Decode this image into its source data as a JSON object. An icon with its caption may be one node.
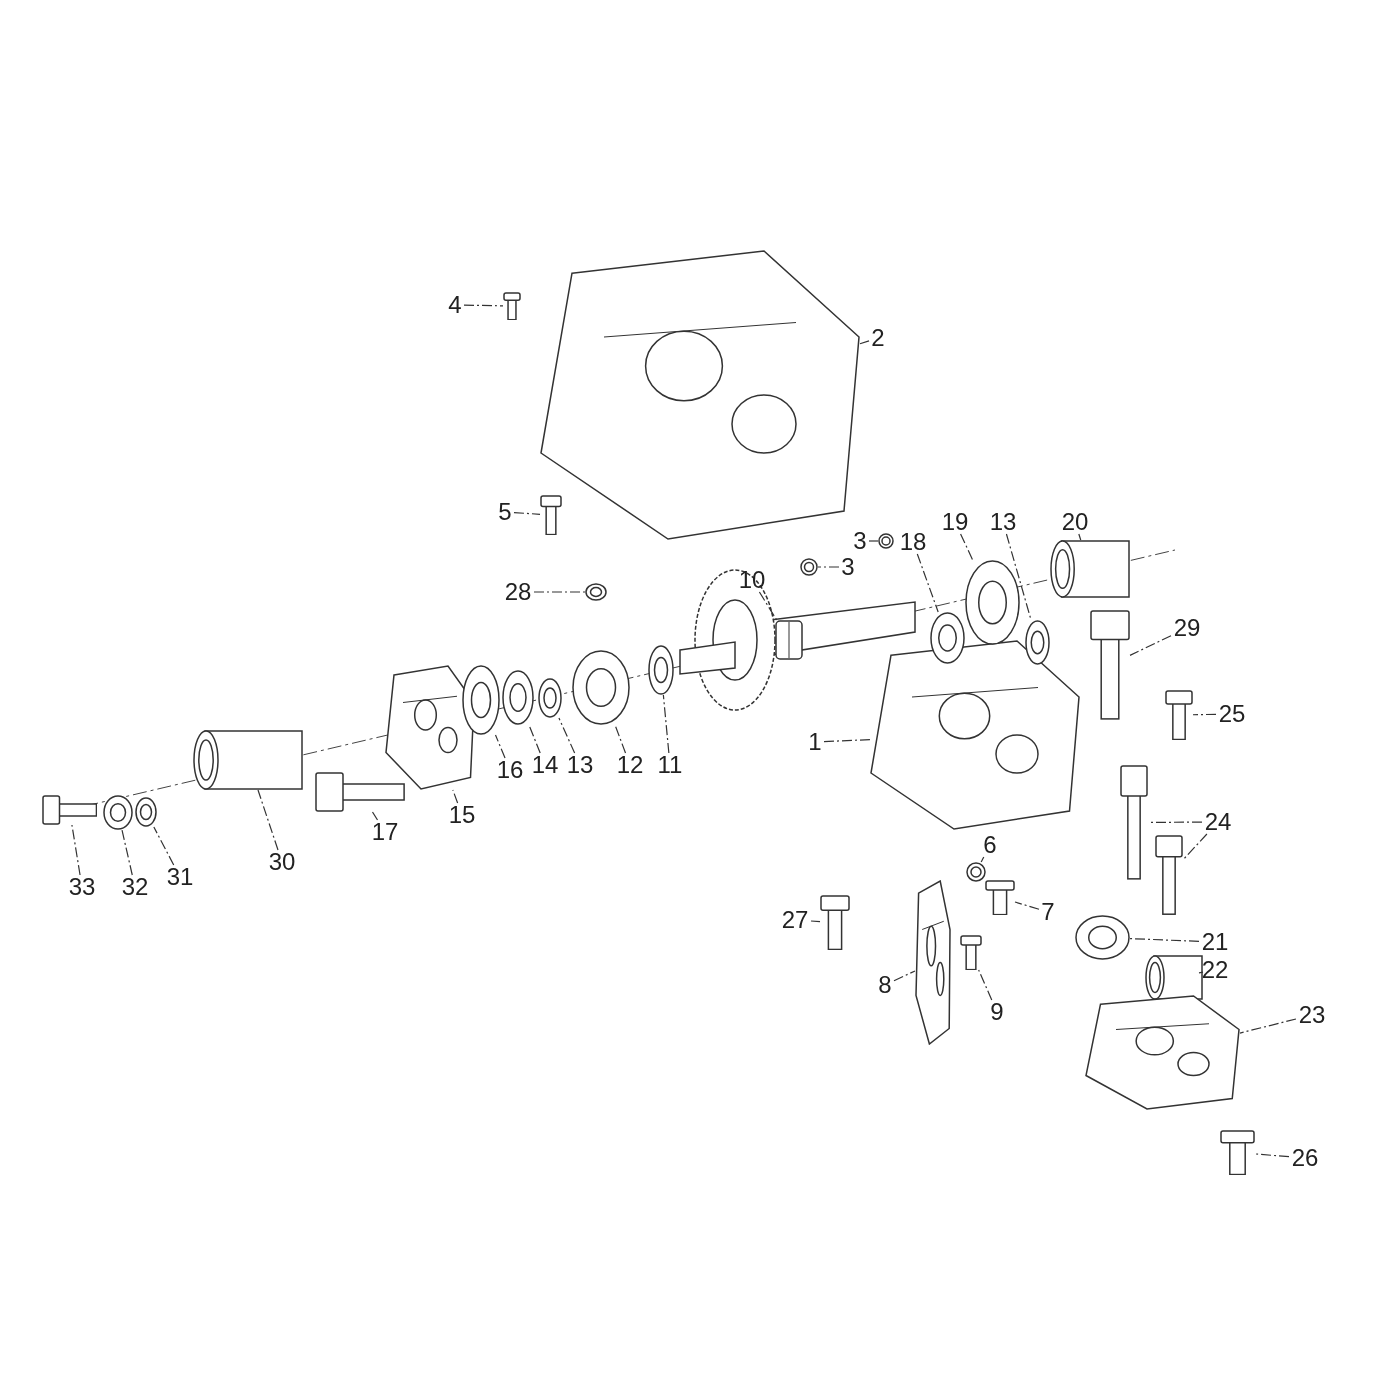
{
  "diagram": {
    "nodes": [
      {
        "text": [
          "1"
        ]
      },
      {
        "text": [],
        "shape": "picture"
      },
      {
        "text": [
          "2"
        ]
      },
      {
        "text": [],
        "shape": "picture"
      },
      {
        "text": [
          "3"
        ]
      },
      {
        "text": [],
        "shape": "circle"
      },
      {
        "text": [
          "3"
        ]
      },
      {
        "text": [],
        "shape": "circle"
      },
      {
        "text": [
          "4"
        ]
      },
      {
        "text": [],
        "shape": "bar"
      },
      {
        "text": [
          "5"
        ]
      },
      {
        "text": [],
        "shape": "bar"
      },
      {
        "text": [
          "6"
        ]
      },
      {
        "text": [],
        "shape": "circle"
      },
      {
        "text": [
          "7"
        ]
      },
      {
        "text": [],
        "shape": "bar"
      },
      {
        "text": [
          "8"
        ]
      },
      {
        "text": [],
        "shape": "picture"
      },
      {
        "text": [
          "9"
        ]
      },
      {
        "text": [],
        "shape": "bar"
      },
      {
        "text": [
          "10"
        ]
      },
      {
        "text": [],
        "shape": "box"
      },
      {
        "text": [
          "11"
        ]
      },
      {
        "text": [],
        "shape": "circle"
      },
      {
        "text": [
          "12"
        ]
      },
      {
        "text": [],
        "shape": "circle"
      },
      {
        "text": [
          "13"
        ]
      },
      {
        "text": [],
        "shape": "circle"
      },
      {
        "text": [
          "14"
        ]
      },
      {
        "text": [],
        "shape": "circle"
      },
      {
        "text": [
          "15"
        ]
      },
      {
        "text": [],
        "shape": "picture"
      },
      {
        "text": [
          "16"
        ]
      },
      {
        "text": [],
        "shape": "circle"
      },
      {
        "text": [
          "17"
        ]
      },
      {
        "text": [],
        "shape": "bar"
      },
      {
        "text": [
          "13"
        ]
      },
      {
        "text": [],
        "shape": "circle"
      },
      {
        "text": [
          "18"
        ]
      },
      {
        "text": [],
        "shape": "circle"
      },
      {
        "text": [
          "19"
        ]
      },
      {
        "text": [],
        "shape": "circle"
      },
      {
        "text": [
          "20"
        ]
      },
      {
        "text": [],
        "shape": "cylinder"
      },
      {
        "text": [
          "21"
        ]
      },
      {
        "text": [],
        "shape": "circle"
      },
      {
        "text": [
          "22"
        ]
      },
      {
        "text": [],
        "shape": "cylinder"
      },
      {
        "text": [
          "23"
        ]
      },
      {
        "text": [],
        "shape": "picture"
      },
      {
        "text": [
          "24"
        ]
      },
      {
        "text": [],
        "shape": "bar"
      },
      {
        "text": [],
        "shape": "bar"
      },
      {
        "text": [
          "25"
        ]
      },
      {
        "text": [],
        "shape": "bar"
      },
      {
        "text": [
          "26"
        ]
      },
      {
        "text": [],
        "shape": "bar"
      },
      {
        "text": [
          "27"
        ]
      },
      {
        "text": [],
        "shape": "bar"
      },
      {
        "text": [
          "28"
        ]
      },
      {
        "text": [],
        "shape": "circle"
      },
      {
        "text": [
          "29"
        ]
      },
      {
        "text": [],
        "shape": "bar"
      },
      {
        "text": [
          "30"
        ]
      },
      {
        "text": [],
        "shape": "cylinder"
      },
      {
        "text": [
          "31"
        ]
      },
      {
        "text": [],
        "shape": "circle"
      },
      {
        "text": [
          "32"
        ]
      },
      {
        "text": [],
        "shape": "circle"
      },
      {
        "text": [
          "33"
        ]
      },
      {
        "text": [],
        "shape": "bar"
      }
    ],
    "edges": [
      {
        "from": 0,
        "to": 1,
        "arrow": "none"
      },
      {
        "from": 2,
        "to": 3,
        "arrow": "none"
      },
      {
        "from": 4,
        "to": 5,
        "arrow": "none"
      },
      {
        "from": 6,
        "to": 7,
        "arrow": "none"
      },
      {
        "from": 8,
        "to": 9,
        "arrow": "none"
      },
      {
        "from": 10,
        "to": 11,
        "arrow": "none"
      },
      {
        "from": 12,
        "to": 13,
        "arrow": "none"
      },
      {
        "from": 14,
        "to": 15,
        "arrow": "none"
      },
      {
        "from": 16,
        "to": 17,
        "arrow": "none"
      },
      {
        "from": 18,
        "to": 19,
        "arrow": "none"
      },
      {
        "from": 20,
        "to": 21,
        "arrow": "none"
      },
      {
        "from": 22,
        "to": 23,
        "arrow": "none"
      },
      {
        "from": 24,
        "to": 25,
        "arrow": "none"
      },
      {
        "from": 26,
        "to": 27,
        "arrow": "none"
      },
      {
        "from": 28,
        "to": 29,
        "arrow": "none"
      },
      {
        "from": 30,
        "to": 31,
        "arrow": "none"
      },
      {
        "from": 32,
        "to": 33,
        "arrow": "none"
      },
      {
        "from": 34,
        "to": 35,
        "arrow": "none"
      },
      {
        "from": 36,
        "to": 37,
        "arrow": "none"
      },
      {
        "from": 38,
        "to": 39,
        "arrow": "none"
      },
      {
        "from": 40,
        "to": 41,
        "arrow": "none"
      },
      {
        "from": 42,
        "to": 43,
        "arrow": "none"
      },
      {
        "from": 44,
        "to": 45,
        "arrow": "none"
      },
      {
        "from": 46,
        "to": 47,
        "arrow": "none"
      },
      {
        "from": 48,
        "to": 49,
        "arrow": "none"
      },
      {
        "from": 50,
        "to": 51,
        "arrow": "none"
      },
      {
        "from": 50,
        "to": 52,
        "arrow": "none"
      },
      {
        "from": 53,
        "to": 54,
        "arrow": "none"
      },
      {
        "from": 55,
        "to": 56,
        "arrow": "none"
      },
      {
        "from": 57,
        "to": 58,
        "arrow": "none"
      },
      {
        "from": 59,
        "to": 60,
        "arrow": "none"
      },
      {
        "from": 61,
        "to": 62,
        "arrow": "none"
      },
      {
        "from": 63,
        "to": 64,
        "arrow": "none"
      },
      {
        "from": 65,
        "to": 66,
        "arrow": "none"
      },
      {
        "from": 67,
        "to": 68,
        "arrow": "none"
      },
      {
        "from": 69,
        "to": 70,
        "arrow": "none"
      }
    ]
  }
}
